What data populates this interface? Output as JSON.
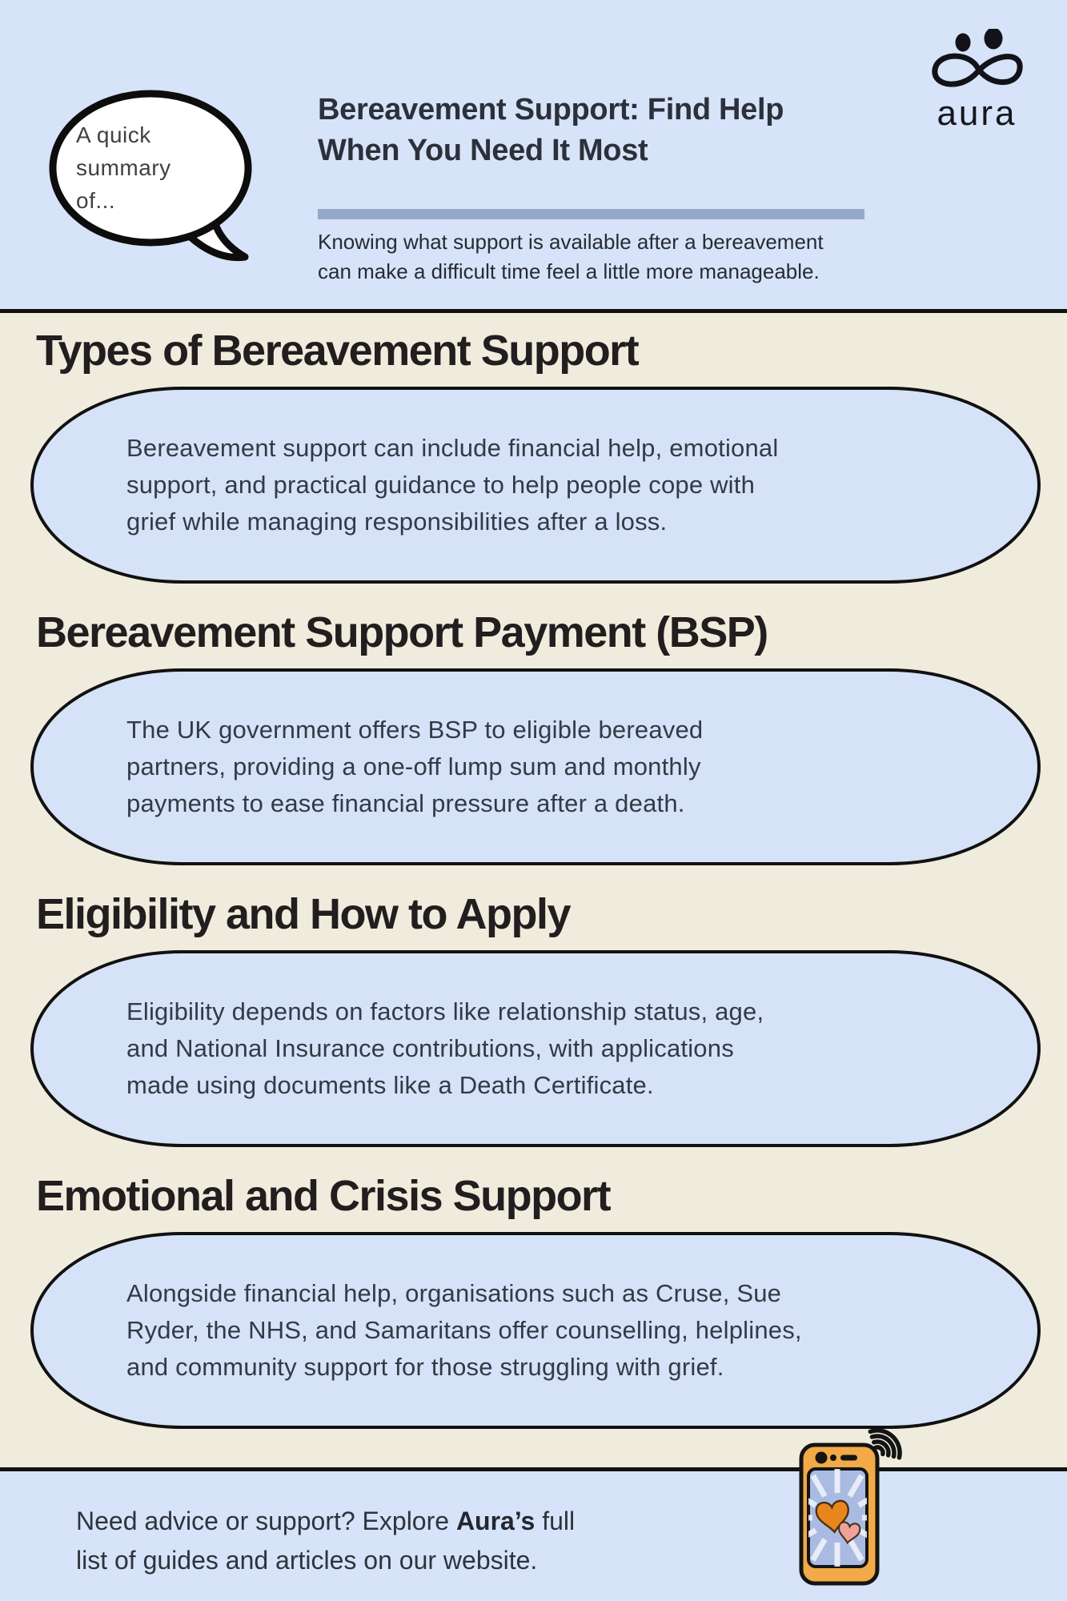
{
  "header": {
    "speech_bubble": {
      "line1": "A quick",
      "line2": "summary of..."
    },
    "title_line1": "Bereavement Support: Find Help",
    "title_line2": "When You Need It Most",
    "subtitle_line1": "Knowing what support is available after a bereavement",
    "subtitle_line2": "can make a difficult time feel a little more manageable.",
    "logo": {
      "wordmark": "aura"
    }
  },
  "sections": [
    {
      "heading": "Types of Bereavement Support",
      "lines": [
        "Bereavement support can include financial help, emotional",
        "support, and practical guidance to help people cope with",
        "grief while managing responsibilities after a loss."
      ]
    },
    {
      "heading": "Bereavement Support Payment (BSP)",
      "lines": [
        "The UK government offers BSP to eligible bereaved",
        "partners, providing a one-off lump sum and monthly",
        "payments to ease financial pressure after a death."
      ]
    },
    {
      "heading": "Eligibility and How to Apply",
      "lines": [
        "Eligibility depends on factors like relationship status, age,",
        "and National Insurance contributions, with applications",
        "made using documents like a Death Certificate."
      ]
    },
    {
      "heading": "Emotional and Crisis Support",
      "lines": [
        "Alongside financial help, organisations such as Cruse, Sue",
        "Ryder, the NHS, and Samaritans offer counselling, helplines,",
        "and community support for those struggling with grief."
      ]
    }
  ],
  "footer": {
    "line1_pre": "Need advice or support? Explore ",
    "line1_bold": "Aura’s",
    "line1_post": " full",
    "line2": "list of guides and articles on our website."
  },
  "colors": {
    "header_blue": "#d7e3f8",
    "body_beige": "#f0ecdd",
    "bubble_blue": "#d6e2f7",
    "divider_blue": "#94aac8",
    "ink": "#221e1f",
    "phone_orange": "#f2a947",
    "screen_periwinkle": "#b5c2e6",
    "heart_orange": "#e8861c",
    "heart_pink": "#efa29b"
  }
}
